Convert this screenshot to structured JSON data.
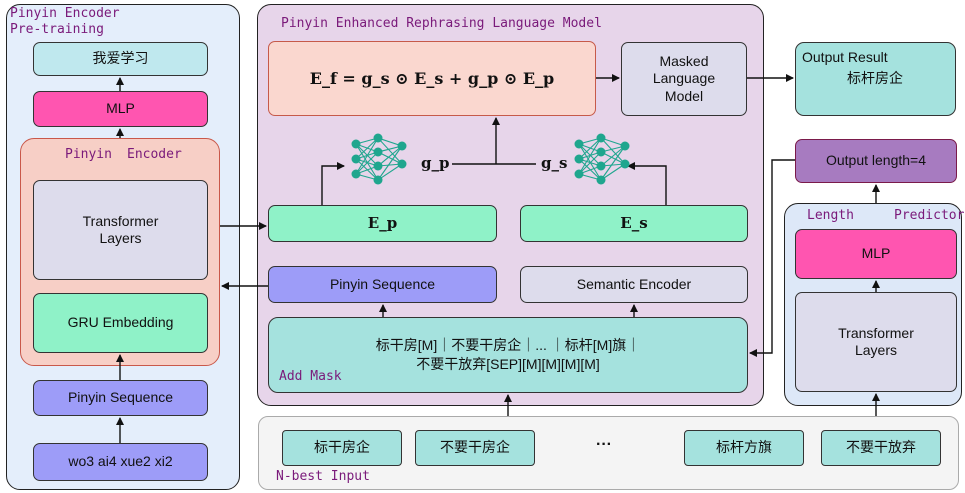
{
  "pretrain": {
    "title": "Pinyin Encoder Pre-training",
    "output_chars": "我爱学习",
    "mlp": "MLP",
    "encoder_title_left": "Pinyin",
    "encoder_title_right": "Encoder",
    "transformer": "Transformer Layers",
    "gru": "GRU Embedding",
    "pinyin_seq": "Pinyin Sequence",
    "pinyin_input": "wo3 ai4 xue2 xi2"
  },
  "model": {
    "title": "Pinyin Enhanced Rephrasing Language Model",
    "fusion_formula": "E_f = g_s ⊙ E_s + g_p ⊙ E_p",
    "mlm": "Masked Language Model",
    "gate_p": "g_p",
    "gate_s": "g_s",
    "ep": "E_p",
    "es": "E_s",
    "pinyin_seq": "Pinyin Sequence",
    "semantic_encoder": "Semantic Encoder",
    "masked_input_line1": "标干房[M]｜不要干房企｜... ｜标杆[M]旗｜",
    "masked_input_line2": "不要干放弃[SEP][M][M][M][M]",
    "add_mask": "Add Mask"
  },
  "output": {
    "title": "Output Result",
    "value": "标杆房企"
  },
  "length": {
    "output_length": "Output length=4",
    "title_left": "Length",
    "title_right": "Predictor",
    "mlp": "MLP",
    "transformer": "Transformer Layers"
  },
  "nbest": {
    "label": "N-best Input",
    "items": [
      "标干房企",
      "不要干房企",
      "···",
      "标杆方旗",
      "不要干放弃"
    ]
  },
  "colors": {
    "cyan": "#bfe8ee",
    "mint": "#8ff2c8",
    "pink": "#ff55b0",
    "lavender": "#dddcec",
    "blue": "#9d9cf8",
    "teal": "#a5e2de",
    "salmon": "#fad7cf",
    "purple_panel": "#e7d5ea",
    "encoder_panel": "#f7cfc6",
    "length_panel": "#dde8f8",
    "title_text": "#7a1a7a",
    "network_icon": "#1fa68e"
  }
}
